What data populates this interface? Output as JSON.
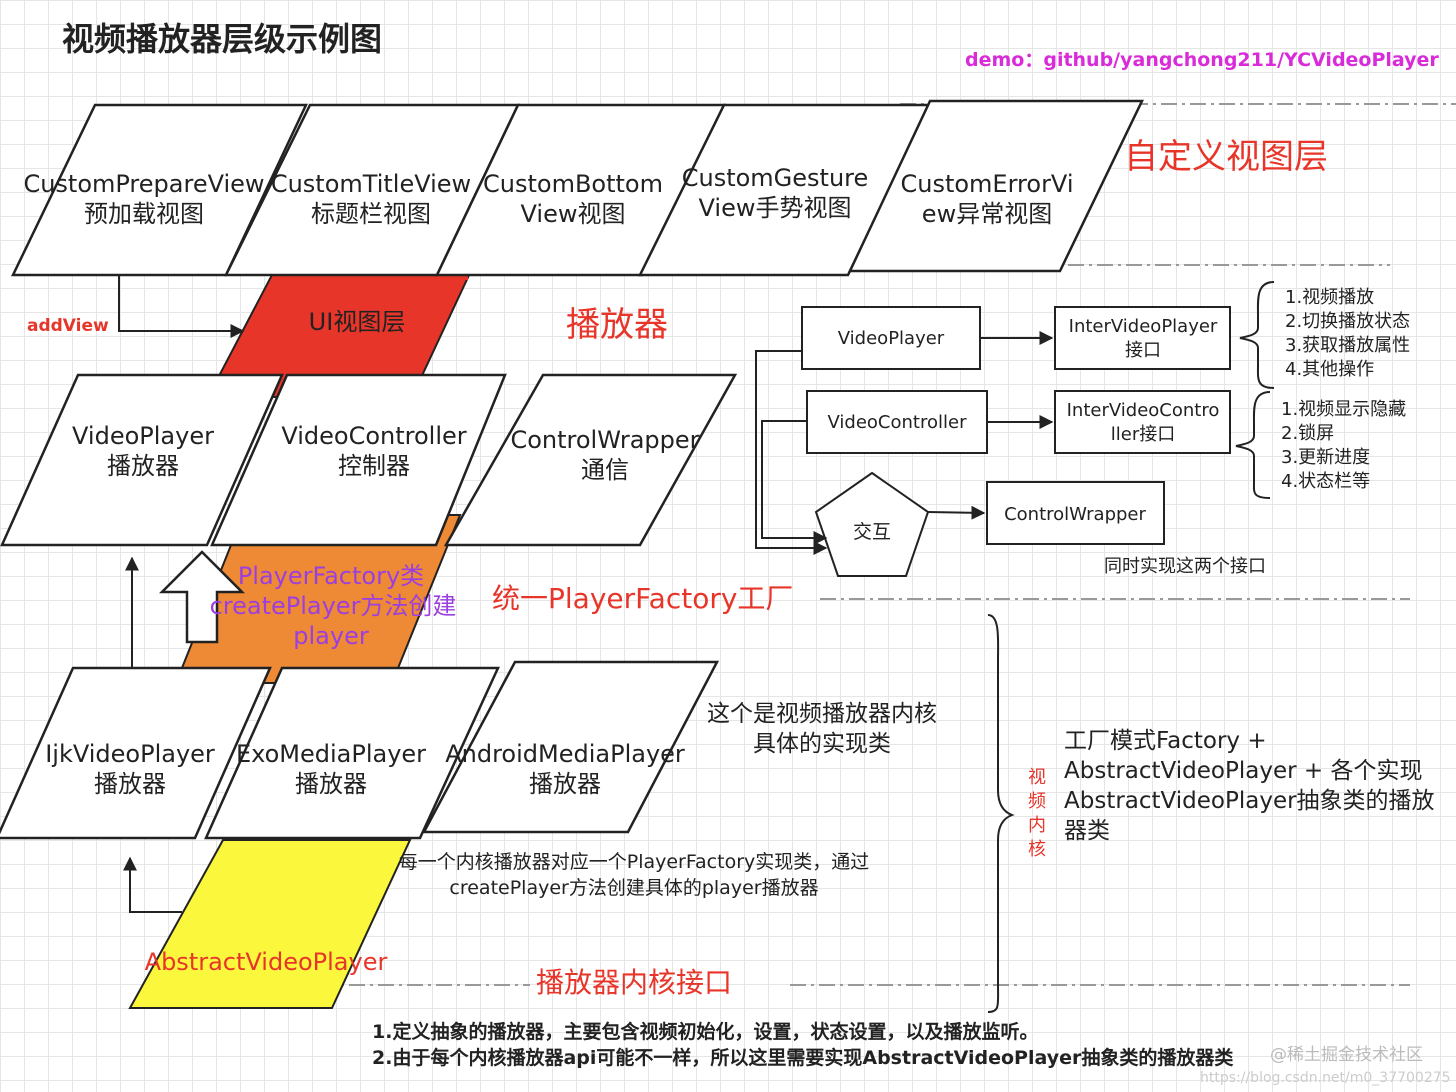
{
  "title": "视频播放器层级示例图",
  "demo": "demo：github/yangchong211/YCVideoPlayer",
  "layers": {
    "custom_view": "自定义视图层",
    "player": "播放器",
    "factory": "统一PlayerFactory工厂",
    "kernel_interface": "播放器内核接口"
  },
  "custom_views": {
    "prepare": [
      "CustomPrepareView",
      "预加载视图"
    ],
    "title": [
      "CustomTitleView",
      "标题栏视图"
    ],
    "bottom": [
      "CustomBottom",
      "View视图"
    ],
    "gesture": [
      "CustomGesture",
      "View手势视图"
    ],
    "error": [
      "CustomErrorVi",
      "ew异常视图"
    ]
  },
  "add_view": "addView",
  "ui_layer": "UI视图层",
  "players": {
    "video_player": [
      "VideoPlayer",
      "播放器"
    ],
    "video_controller": [
      "VideoController",
      "控制器"
    ],
    "control_wrapper": [
      "ControlWrapper",
      "通信"
    ]
  },
  "factory_box": [
    "PlayerFactory类",
    "createPlayer方法创建",
    "player"
  ],
  "kernels": {
    "ijk": [
      "IjkVideoPlayer",
      "播放器"
    ],
    "exo": [
      "ExoMediaPlayer",
      "播放器"
    ],
    "android": [
      "AndroidMediaPlayer",
      "播放器"
    ]
  },
  "abstract_player": "AbstractVideoPlayer",
  "kernel_note": [
    "这个是视频播放器内核",
    "具体的实现类"
  ],
  "factory_note": [
    "每一个内核播放器对应一个PlayerFactory实现类，通过",
    "createPlayer方法创建具体的player播放器"
  ],
  "right_diagram": {
    "video_player": "VideoPlayer",
    "inter_video_player": [
      "InterVideoPlayer",
      "接口"
    ],
    "video_controller": "VideoController",
    "inter_video_controller": [
      "InterVideoContro",
      "ller接口"
    ],
    "interaction": "交互",
    "control_wrapper": "ControlWrapper",
    "both_note": "同时实现这两个接口",
    "player_list": [
      "1.视频播放",
      "2.切换播放状态",
      "3.获取播放属性",
      "4.其他操作"
    ],
    "controller_list": [
      "1.视频显示隐藏",
      "2.锁屏",
      "3.更新进度",
      "4.状态栏等"
    ]
  },
  "kernel_side_label": [
    "视",
    "频",
    "内",
    "核"
  ],
  "kernel_side_text": [
    "工厂模式Factory +",
    "AbstractVideoPlayer + 各个实现",
    "AbstractVideoPlayer抽象类的播放",
    "器类"
  ],
  "bottom_notes": [
    "1.定义抽象的播放器，主要包含视频初始化，设置，状态设置，以及播放监听。",
    "2.由于每个内核播放器api可能不一样，所以这里需要实现AbstractVideoPlayer抽象类的播放器类"
  ],
  "watermark": "@稀土掘金技术社区",
  "watermark_url": "https://blog.csdn.net/m0_37700275",
  "colors": {
    "ui_layer_fill": "#e8352a",
    "factory_fill": "#ee8a35",
    "abstract_fill": "#fbf73c",
    "accent_red": "#e8352a",
    "demo_magenta": "#d92bd9",
    "factory_text": "#9b3fe0"
  }
}
